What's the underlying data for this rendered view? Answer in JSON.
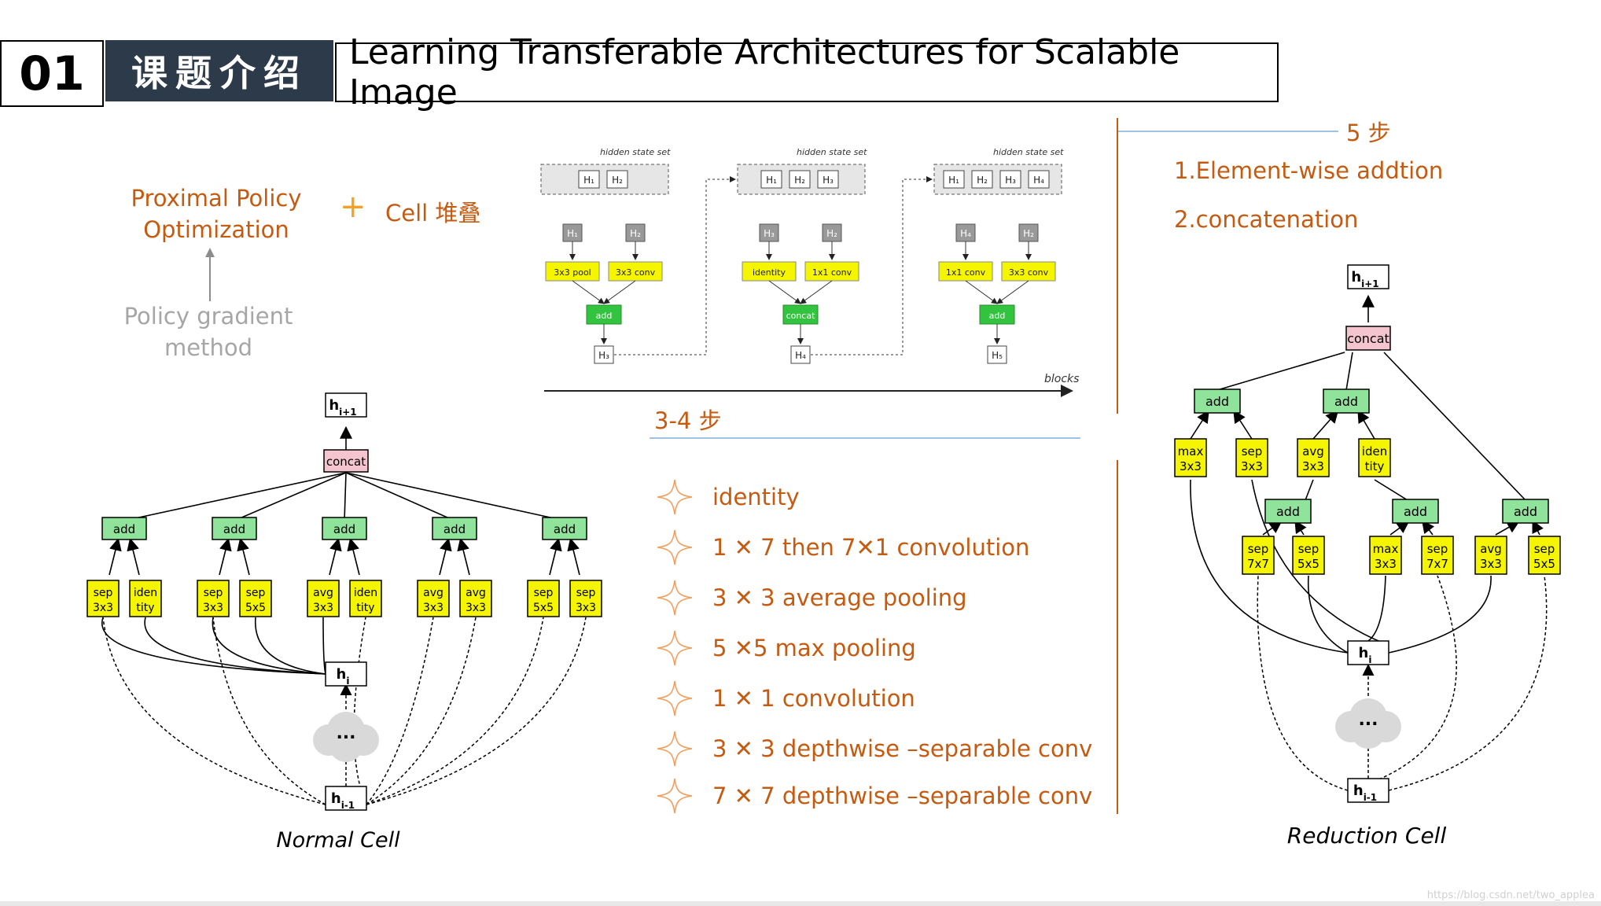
{
  "header": {
    "number": "01",
    "section": "课题介绍",
    "title": "Learning Transferable Architectures for Scalable Image"
  },
  "left": {
    "ppo": [
      "Proximal Policy",
      "Optimization"
    ],
    "plus": "+",
    "cell": "Cell 堆叠",
    "pg": [
      "Policy  gradient",
      "method"
    ]
  },
  "steps": {
    "label34": "3-4 步",
    "label5": "5 步",
    "ops5": [
      "1.Element-wise addtion",
      "2.concatenation"
    ]
  },
  "ops": [
    "identity",
    "1 ✕ 7 then 7✕1 convolution",
    "3 ✕ 3 average pooling",
    "5 ✕5 max pooling",
    "1 ✕ 1 convolution",
    "3 ✕ 3 depthwise –separable conv",
    "7 ✕ 7 depthwise –separable conv"
  ],
  "blocks": {
    "hidden_label": "hidden state set",
    "blocks_label": "blocks",
    "block1": {
      "set": [
        "H₁",
        "H₂"
      ],
      "inputs": [
        "H₁",
        "H₂"
      ],
      "ops": [
        "3x3 pool",
        "3x3 conv"
      ],
      "combine": "add",
      "out": "H₃"
    },
    "block2": {
      "set": [
        "H₁",
        "H₂",
        "H₃"
      ],
      "inputs": [
        "H₃",
        "H₂"
      ],
      "ops": [
        "identity",
        "1x1 conv"
      ],
      "combine": "concat",
      "out": "H₄"
    },
    "block3": {
      "set": [
        "H₁",
        "H₂",
        "H₃",
        "H₄"
      ],
      "inputs": [
        "H₄",
        "H₂"
      ],
      "ops": [
        "1x1 conv",
        "3x3 conv"
      ],
      "combine": "add",
      "out": "H₅"
    }
  },
  "normal_cell": {
    "caption": "Normal Cell",
    "h_next": "hi+1",
    "concat": "concat",
    "h_i": "hi",
    "h_prev": "hi-1",
    "dots": "...",
    "adds": [
      "add",
      "add",
      "add",
      "add",
      "add"
    ],
    "ops": [
      [
        "sep",
        "3x3"
      ],
      [
        "iden",
        "tity"
      ],
      [
        "sep",
        "3x3"
      ],
      [
        "sep",
        "5x5"
      ],
      [
        "avg",
        "3x3"
      ],
      [
        "iden",
        "tity"
      ],
      [
        "avg",
        "3x3"
      ],
      [
        "avg",
        "3x3"
      ],
      [
        "sep",
        "5x5"
      ],
      [
        "sep",
        "3x3"
      ]
    ]
  },
  "reduction_cell": {
    "caption": "Reduction Cell",
    "h_next": "hi+1",
    "concat": "concat",
    "h_i": "hi",
    "h_prev": "hi-1",
    "dots": "...",
    "adds": [
      "add",
      "add",
      "add",
      "add",
      "add"
    ],
    "top_ops": [
      [
        "max",
        "3x3"
      ],
      [
        "sep",
        "3x3"
      ],
      [
        "avg",
        "3x3"
      ],
      [
        "iden",
        "tity"
      ]
    ],
    "bottom_ops": [
      [
        "sep",
        "7x7"
      ],
      [
        "sep",
        "5x5"
      ],
      [
        "max",
        "3x3"
      ],
      [
        "sep",
        "7x7"
      ],
      [
        "avg",
        "3x3"
      ],
      [
        "sep",
        "5x5"
      ]
    ]
  },
  "watermark": "https://blog.csdn.net/two_applea",
  "colors": {
    "orange": "#c55a11",
    "grey": "#a6a6a6",
    "navy": "#2d3a4a",
    "green": "#8fe39a",
    "yellow": "#f5f500",
    "pink": "#f4c5cf",
    "accent_line": "#9dc3e6"
  }
}
